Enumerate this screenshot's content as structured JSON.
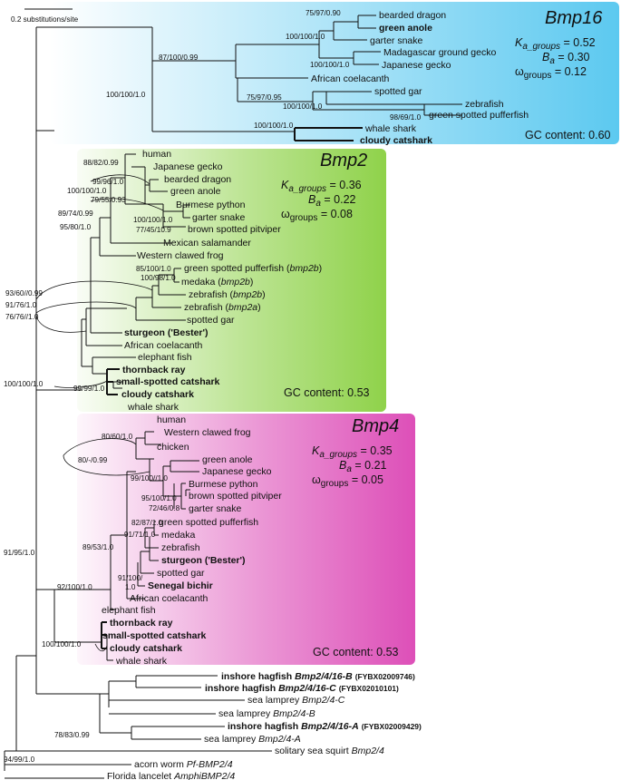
{
  "scale_label": "0.2 substitutions/site",
  "groups": {
    "bmp16": {
      "title": "Bmp16",
      "ka_label": "K",
      "ka_sub": "a_groups",
      "ka_value": " = 0.52",
      "ba_label": "B",
      "ba_sub": "a",
      "ba_value": " = 0.30",
      "omega_label": "ω",
      "omega_sub": "groups",
      "omega_value": " = 0.12",
      "gc": "GC content: 0.60",
      "color": "#5cc9f0"
    },
    "bmp2": {
      "title": "Bmp2",
      "ka_label": "K",
      "ka_sub": "a_groups",
      "ka_value": " = 0.36",
      "ba_label": "B",
      "ba_sub": "a",
      "ba_value": " = 0.22",
      "omega_label": "ω",
      "omega_sub": "groups",
      "omega_value": " = 0.08",
      "gc": "GC content: 0.53",
      "color": "#8fd24a"
    },
    "bmp4": {
      "title": "Bmp4",
      "ka_label": "K",
      "ka_sub": "a_groups",
      "ka_value": " = 0.35",
      "ba_label": "B",
      "ba_sub": "a",
      "ba_value": " = 0.21",
      "omega_label": "ω",
      "omega_sub": "groups",
      "omega_value": " = 0.05",
      "gc": "GC content: 0.53",
      "color": "#dd4fb8"
    }
  },
  "leaves": {
    "l01": "bearded dragon",
    "l02": "green anole",
    "l03": "garter snake",
    "l04": "Madagascar ground gecko",
    "l05": "Japanese gecko",
    "l06": "African coelacanth",
    "l07": "spotted gar",
    "l08": "zebrafish",
    "l09": "green spotted pufferfish",
    "l10": "whale shark",
    "l11": "cloudy catshark",
    "m01": "human",
    "m02": "Japanese gecko",
    "m03": "bearded dragon",
    "m04": "green anole",
    "m05": "Burmese python",
    "m06": "garter snake",
    "m07": "brown spotted pitviper",
    "m08": "Mexican salamander",
    "m09": "Western clawed frog",
    "m10a": "green spotted pufferfish (",
    "m10b": "bmp2b",
    "m10c": ")",
    "m11a": "medaka (",
    "m11b": "bmp2b",
    "m11c": ")",
    "m12a": "zebrafish (",
    "m12b": "bmp2b",
    "m12c": ")",
    "m13a": "zebrafish (",
    "m13b": "bmp2a",
    "m13c": ")",
    "m14": "spotted gar",
    "m15": "sturgeon ('Bester')",
    "m16": "African coelacanth",
    "m17": "elephant fish",
    "m18": "thornback ray",
    "m19": "small-spotted catshark",
    "m20": "cloudy catshark",
    "m21": "whale shark",
    "n01": "human",
    "n02": "Western clawed frog",
    "n03": "chicken",
    "n04": "green anole",
    "n05": "Japanese gecko",
    "n06": "Burmese python",
    "n07": "brown spotted pitviper",
    "n08": "garter snake",
    "n09": "green spotted pufferfish",
    "n10": "medaka",
    "n11": "zebrafish",
    "n12": "sturgeon ('Bester')",
    "n13": "spotted gar",
    "n14": "Senegal bichir",
    "n15": "African coelacanth",
    "n16": "elephant fish",
    "n17": "thornback ray",
    "n18": "small-spotted catshark",
    "n19": "cloudy catshark",
    "n20": "whale shark",
    "o01a": "inshore hagfish ",
    "o01b": "Bmp2/4/16-B",
    "o01c": "(FYBX02009746)",
    "o02a": "inshore hagfish ",
    "o02b": "Bmp2/4/16-C",
    "o02c": "(FYBX02010101)",
    "o03a": "sea lamprey ",
    "o03b": "Bmp2/4-C",
    "o04a": "sea lamprey ",
    "o04b": "Bmp2/4-B",
    "o05a": "inshore hagfish ",
    "o05b": "Bmp2/4/16-A",
    "o05c": "(FYBX02009429)",
    "o06a": "sea lamprey ",
    "o06b": "Bmp2/4-A",
    "o07a": "solitary sea squirt ",
    "o07b": "Bmp2/4",
    "o08a": "acorn worm ",
    "o08b": "Pf-BMP2/4",
    "o09a": "Florida lancelet ",
    "o09b": "AmphiBMP2/4"
  },
  "supports": {
    "s01": "75/97/0.90",
    "s02": "100/100/1.0",
    "s03": "100/100/1.0",
    "s04": "87/100/0.99",
    "s05": "75/97/0.95",
    "s06": "100/100/1.0",
    "s07": "98/69/1.0",
    "s08": "100/100/1.0",
    "s09": "100/100/1.0",
    "t01": "88/82/0.99",
    "t02": "99/96/1.0",
    "t03": "100/100/1.0",
    "t04": "79/55/0.93",
    "t05": "100/100/1.0",
    "t06": "77/45/10.9",
    "t07": "89/74/0.99",
    "t08": "95/80/1.0",
    "t09": "85/100/1.0",
    "t10": "100/98/1.0",
    "t11": "93/60//0.99",
    "t12": "91/76/1.0",
    "t13": "76/76//1.0",
    "t14": "99/99/1.0",
    "t15": "100/100/1.0",
    "u01": "80/60/1.0",
    "u02": "80/-/0.99",
    "u03": "99/100//1.0",
    "u04": "95/100/1.0",
    "u05": "72/46/0.8",
    "u06": "82/87/1.0",
    "u07": "91/71/1.0",
    "u08": "89/53/1.0",
    "u09": "91/100/",
    "u10": "1.0",
    "u11": "92/100/1.0",
    "u12": "100/100/1.0",
    "v01": "91/95/1.0",
    "v02": "78/83/0.99",
    "v03": "94/99/1.0"
  }
}
